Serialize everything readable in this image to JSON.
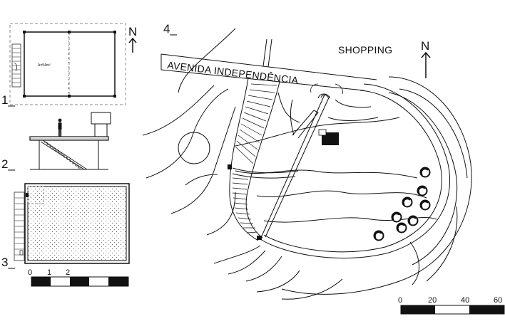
{
  "labels": {
    "fig1": "1_",
    "fig2": "2_",
    "fig3": "3_",
    "fig4": "4_"
  },
  "plan": {
    "area": "A=54m²",
    "north": "N"
  },
  "site": {
    "street": "AVENIDA INDEPENDÊNCIA",
    "shopping": "SHOPPING",
    "north": "N"
  },
  "scale_small": {
    "ticks": [
      "0",
      "1",
      "2"
    ]
  },
  "scale_large": {
    "ticks": [
      "0",
      "20",
      "40",
      "60"
    ]
  },
  "colors": {
    "ink": "#111111",
    "dash": "#888888"
  }
}
